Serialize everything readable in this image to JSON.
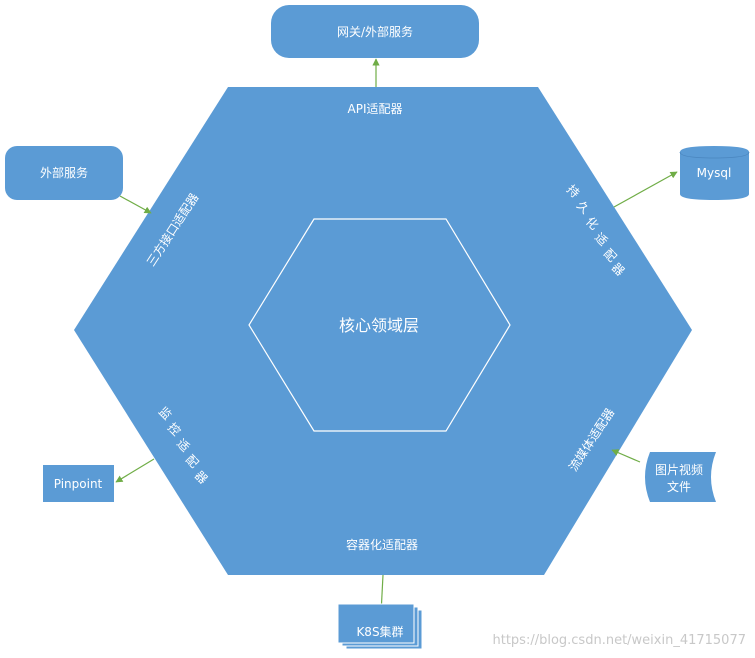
{
  "core_label": "核心领域层",
  "adapters": {
    "api": "API适配器",
    "third_party": "三方接口适配器",
    "persistence": [
      "持",
      "久",
      "化",
      "适",
      "配",
      "器"
    ],
    "monitor": [
      "监",
      "控",
      "适",
      "配",
      "器"
    ],
    "streaming": "流媒体适配器",
    "container": "容器化适配器"
  },
  "nodes": {
    "gateway": "网关/外部服务",
    "external": "外部服务",
    "mysql": "Mysql",
    "pinpoint": "Pinpoint",
    "media_line1": "图片视频",
    "media_line2": "文件",
    "k8s": "K8S集群"
  },
  "watermark": "https://blog.csdn.net/weixin_41715077",
  "colors": {
    "fill": "#5b9bd5",
    "arrow": "#70ad47",
    "inner_stroke": "#ffffff"
  }
}
